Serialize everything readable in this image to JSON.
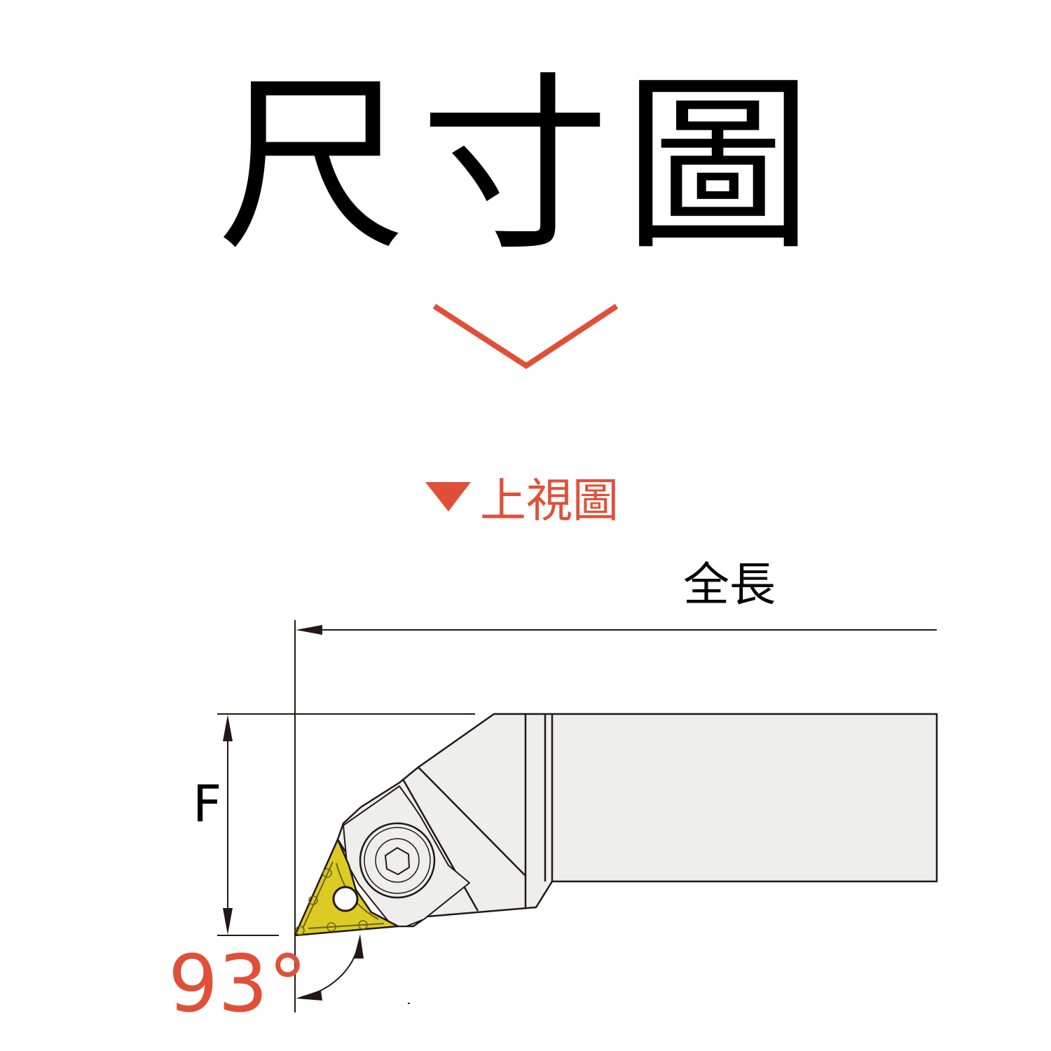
{
  "title": "尺寸圖",
  "section_label": "上視圖",
  "dimensions": {
    "overall_length_label": "全長",
    "f_label": "F",
    "angle_label": "93°"
  },
  "colors": {
    "accent": "#e05038",
    "insert": "#dccb22",
    "body": "#eeeeec",
    "line": "#231815"
  }
}
